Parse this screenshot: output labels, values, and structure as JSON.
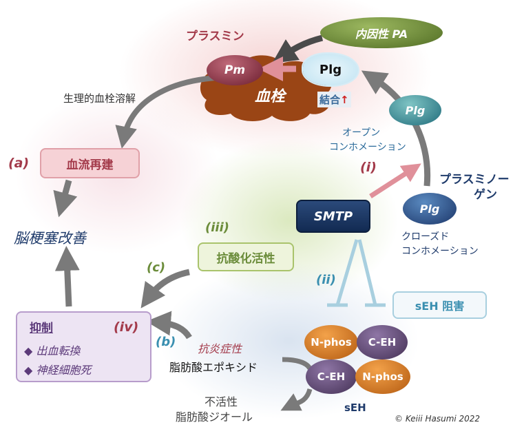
{
  "labels": {
    "plasmin": "プラスミン",
    "endogenous_pa": "内因性 PA",
    "pm": "Pm",
    "plg": "Plg",
    "thrombus": "血栓",
    "binding": "結合",
    "binding_arrow": "↑",
    "physiological_thrombolysis": "生理的血栓溶解",
    "open_conformation_1": "オープン",
    "open_conformation_2": "コンホメーション",
    "plasminogen_1": "プラスミノー",
    "plasminogen_2": "ゲン",
    "closed_conformation_1": "クローズド",
    "closed_conformation_2": "コンホメーション",
    "marker_a": "(a)",
    "blood_flow_restoration": "血流再建",
    "marker_i": "(i)",
    "smtp": "SMTP",
    "brain_infarct_improvement": "脳梗塞改善",
    "marker_iii": "(iii)",
    "antioxidant_activity": "抗酸化活性",
    "marker_c": "(c)",
    "marker_ii": "(ii)",
    "seh_inhibition": "sEH 阻害",
    "suppression": "抑制",
    "bullet": "◆",
    "hemorrhagic_transformation": "出血転換",
    "neuronal_death": "神経細胞死",
    "marker_iv": "(iv)",
    "marker_b": "(b)",
    "anti_inflammatory": "抗炎症性",
    "epoxy_fatty_acid": "脂肪酸エポキシド",
    "n_phos": "N-phos",
    "c_eh": "C-EH",
    "seh": "sEH",
    "inactive": "不活性",
    "diol_fatty_acid": "脂肪酸ジオール",
    "copyright": "© Keiii Hasumi 2022"
  },
  "colors": {
    "dark_red": "#a33a4a",
    "navy": "#1f3b6b",
    "green": "#6b8c3a",
    "teal": "#3a8fb0",
    "purple": "#5c3a7a",
    "arrow_gray": "#7a7a7a",
    "thrombus_brown": "#9a4515"
  }
}
